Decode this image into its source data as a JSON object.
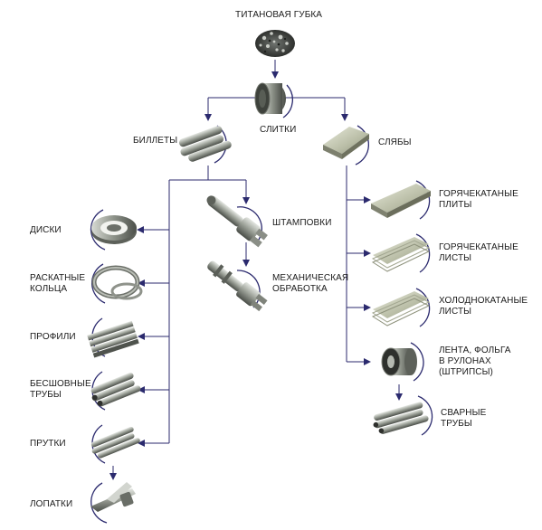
{
  "diagram": {
    "line_color": "#2b2a6e",
    "labels": {
      "sponge": "ТИТАНОВАЯ ГУБКА",
      "ingots": "СЛИТКИ",
      "billets": "БИЛЛЕТЫ",
      "slabs": "СЛЯБЫ",
      "stampings": "ШТАМПОВКИ",
      "machining": [
        "МЕХАНИЧЕСКАЯ",
        "ОБРАБОТКА"
      ],
      "discs": "ДИСКИ",
      "rings": [
        "РАСКАТНЫЕ",
        "КОЛЬЦА"
      ],
      "profiles": "ПРОФИЛИ",
      "seamless_tubes": [
        "БЕСШОВНЫЕ",
        "ТРУБЫ"
      ],
      "bars": "ПРУТКИ",
      "blades": "ЛОПАТКИ",
      "hot_plates": [
        "ГОРЯЧЕКАТАНЫЕ",
        "ПЛИТЫ"
      ],
      "hot_sheets": [
        "ГОРЯЧЕКАТАНЫЕ",
        "ЛИСТЫ"
      ],
      "cold_sheets": [
        "ХОЛОДНОКАТАНЫЕ",
        "ЛИСТЫ"
      ],
      "strip_foil": [
        "ЛЕНТА, ФОЛЬГА",
        "В РУЛОНАХ",
        "(ШТРИПСЫ)"
      ],
      "welded_tubes": [
        "СВАРНЫЕ",
        "ТРУБЫ"
      ]
    },
    "icons": [
      "sponge-icon",
      "ingot-icon",
      "billet-icon",
      "slab-icon",
      "forging-icon",
      "machined-part-icon",
      "disc-icon",
      "ring-icon",
      "profile-icon",
      "tube-icon",
      "bar-icon",
      "blade-icon",
      "plate-icon",
      "sheet-icon",
      "cold-sheet-icon",
      "coil-icon",
      "welded-tube-icon"
    ]
  }
}
